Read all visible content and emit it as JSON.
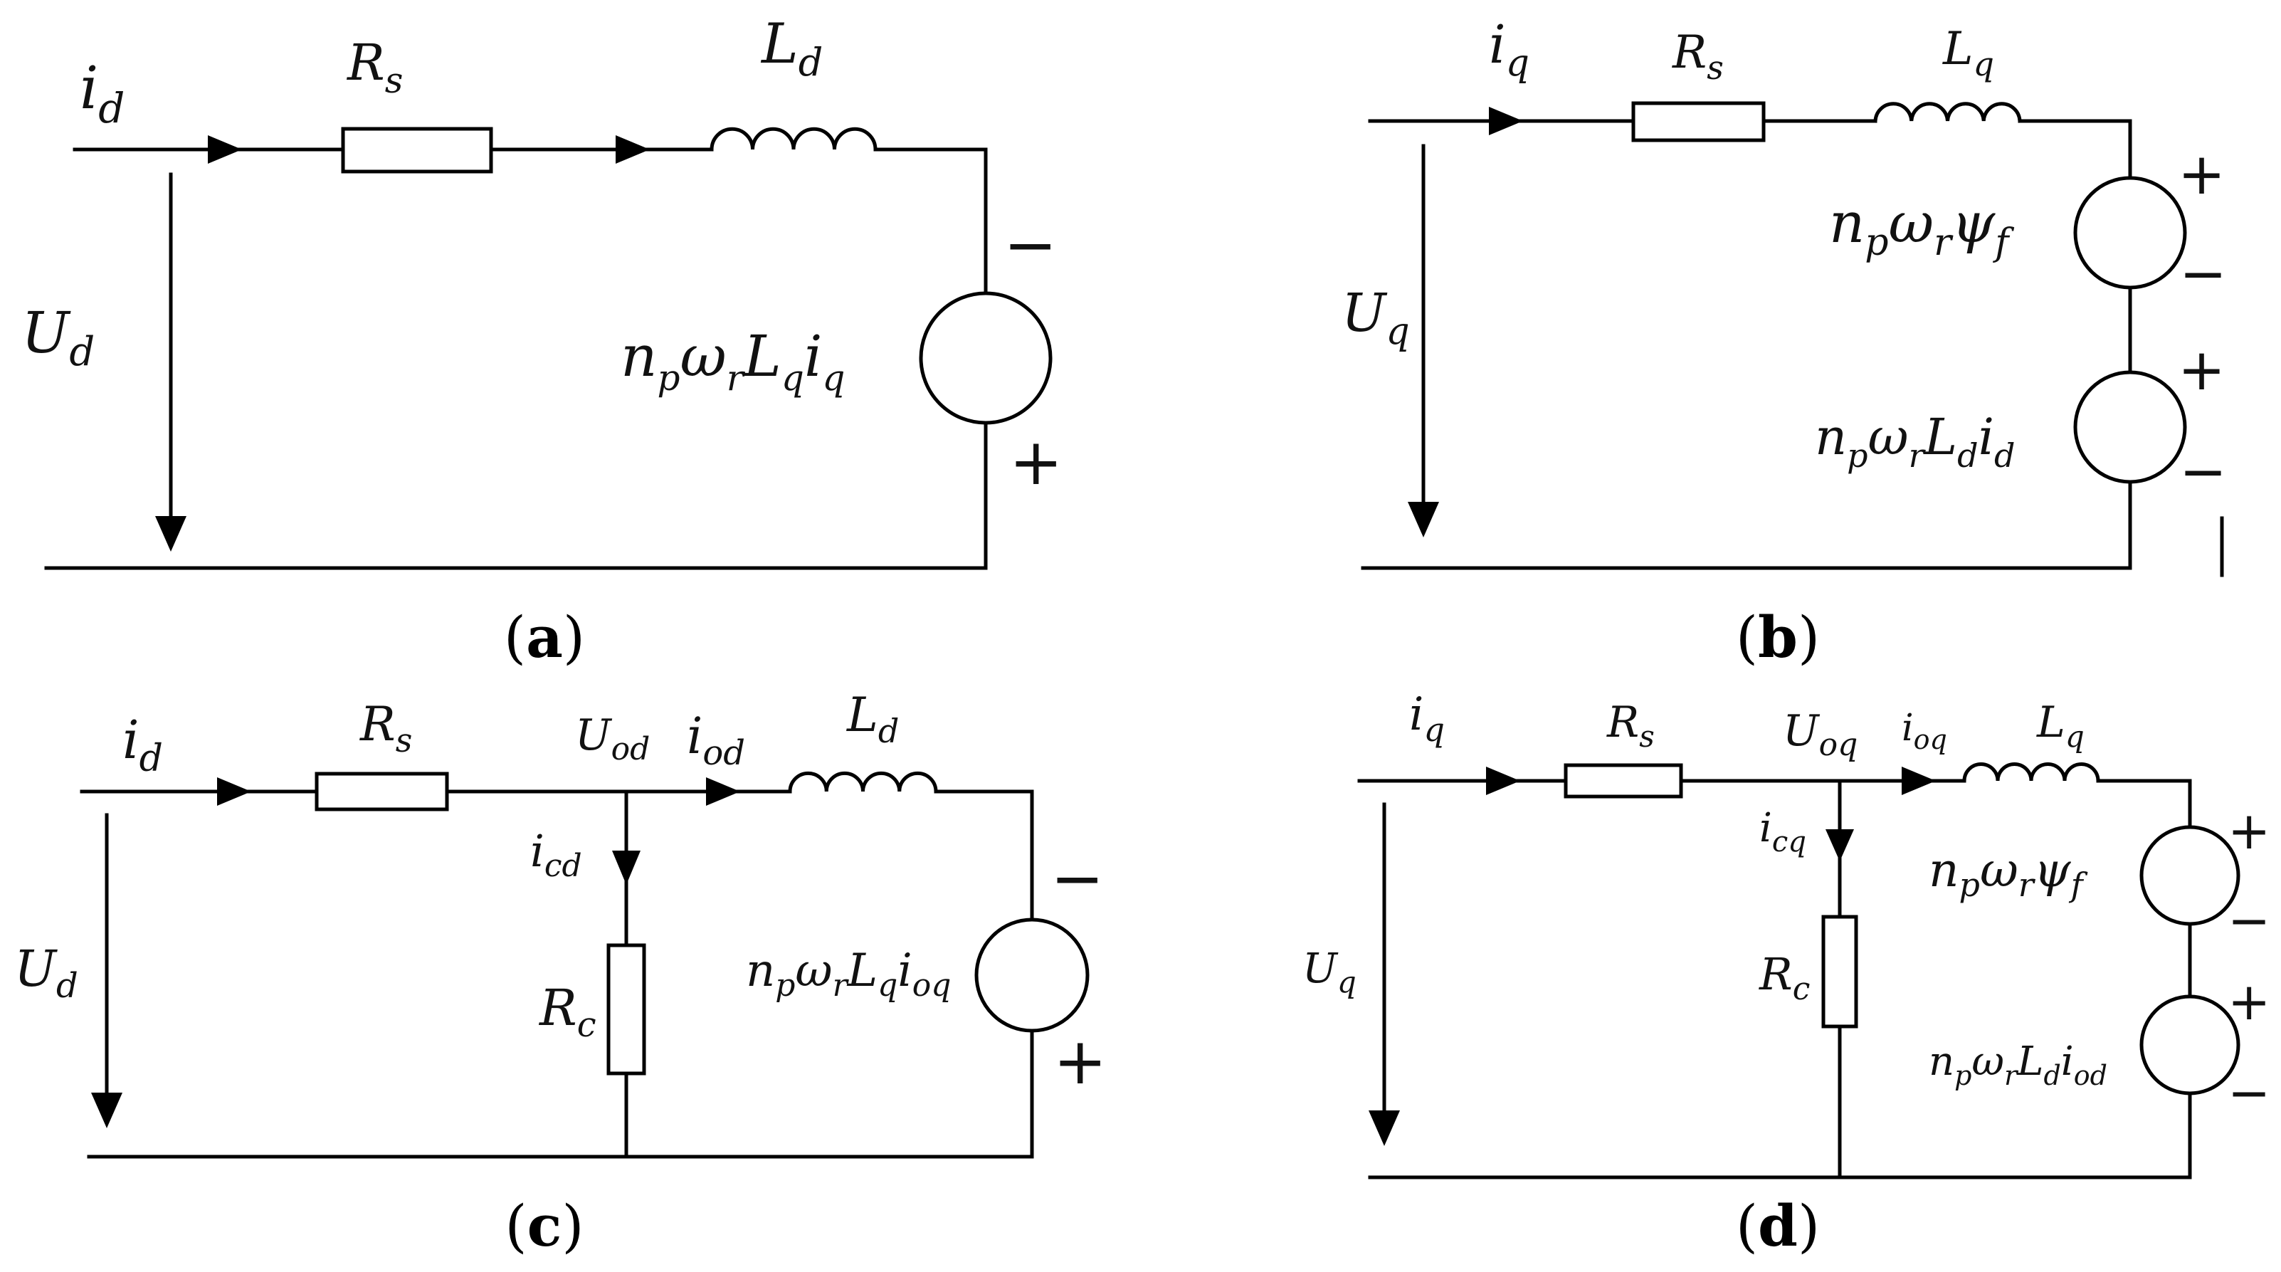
{
  "panels": {
    "a": {
      "caption_open": "(",
      "caption_letter": "a",
      "caption_close": ")",
      "i_d": {
        "sym": "i",
        "sub": "d"
      },
      "R_s": {
        "sym": "R",
        "sub": "s"
      },
      "L_d": {
        "sym": "L",
        "sub": "d"
      },
      "U_d": {
        "sym": "U",
        "sub": "d"
      },
      "source": {
        "n": "n",
        "n_sub": "p",
        "w": "ω",
        "w_sub": "r",
        "L": "L",
        "L_sub": "q",
        "i": "i",
        "i_sub": "q"
      },
      "sign_top": "−",
      "sign_bottom": "+"
    },
    "b": {
      "caption_open": "(",
      "caption_letter": "b",
      "caption_close": ")",
      "i_q": {
        "sym": "i",
        "sub": "q"
      },
      "R_s": {
        "sym": "R",
        "sub": "s"
      },
      "L_q": {
        "sym": "L",
        "sub": "q"
      },
      "U_q": {
        "sym": "U",
        "sub": "q"
      },
      "source1": {
        "n": "n",
        "n_sub": "p",
        "w": "ω",
        "w_sub": "r",
        "psi": "ψ",
        "psi_sub": "f"
      },
      "source2": {
        "n": "n",
        "n_sub": "p",
        "w": "ω",
        "w_sub": "r",
        "L": "L",
        "L_sub": "d",
        "i": "i",
        "i_sub": "d"
      },
      "s1_top": "+",
      "s1_bottom": "−",
      "s2_top": "+",
      "s2_bottom": "−"
    },
    "c": {
      "caption_open": "(",
      "caption_letter": "c",
      "caption_close": ")",
      "i_d": {
        "sym": "i",
        "sub": "d"
      },
      "R_s": {
        "sym": "R",
        "sub": "s"
      },
      "U_od": {
        "sym": "U",
        "sub": "od"
      },
      "i_od": {
        "sym": "i",
        "sub": "od"
      },
      "L_d": {
        "sym": "L",
        "sub": "d"
      },
      "i_cd": {
        "sym": "i",
        "sub": "cd"
      },
      "R_c": {
        "sym": "R",
        "sub": "c"
      },
      "U_d": {
        "sym": "U",
        "sub": "d"
      },
      "source": {
        "n": "n",
        "n_sub": "p",
        "w": "ω",
        "w_sub": "r",
        "L": "L",
        "L_sub": "q",
        "i": "i",
        "i_sub": "oq"
      },
      "sign_top": "−",
      "sign_bottom": "+"
    },
    "d": {
      "caption_open": "(",
      "caption_letter": "d",
      "caption_close": ")",
      "i_q": {
        "sym": "i",
        "sub": "q"
      },
      "R_s": {
        "sym": "R",
        "sub": "s"
      },
      "U_oq": {
        "sym": "U",
        "sub": "oq"
      },
      "i_oq": {
        "sym": "i",
        "sub": "oq"
      },
      "L_q": {
        "sym": "L",
        "sub": "q"
      },
      "i_cq": {
        "sym": "i",
        "sub": "cq"
      },
      "R_c": {
        "sym": "R",
        "sub": "c"
      },
      "U_q": {
        "sym": "U",
        "sub": "q"
      },
      "source1": {
        "n": "n",
        "n_sub": "p",
        "w": "ω",
        "w_sub": "r",
        "psi": "ψ",
        "psi_sub": "f"
      },
      "source2": {
        "n": "n",
        "n_sub": "p",
        "w": "ω",
        "w_sub": "r",
        "L": "L",
        "L_sub": "d",
        "i": "i",
        "i_sub": "od"
      },
      "s1_top": "+",
      "s1_bottom": "−",
      "s2_top": "+",
      "s2_bottom": "−"
    }
  }
}
